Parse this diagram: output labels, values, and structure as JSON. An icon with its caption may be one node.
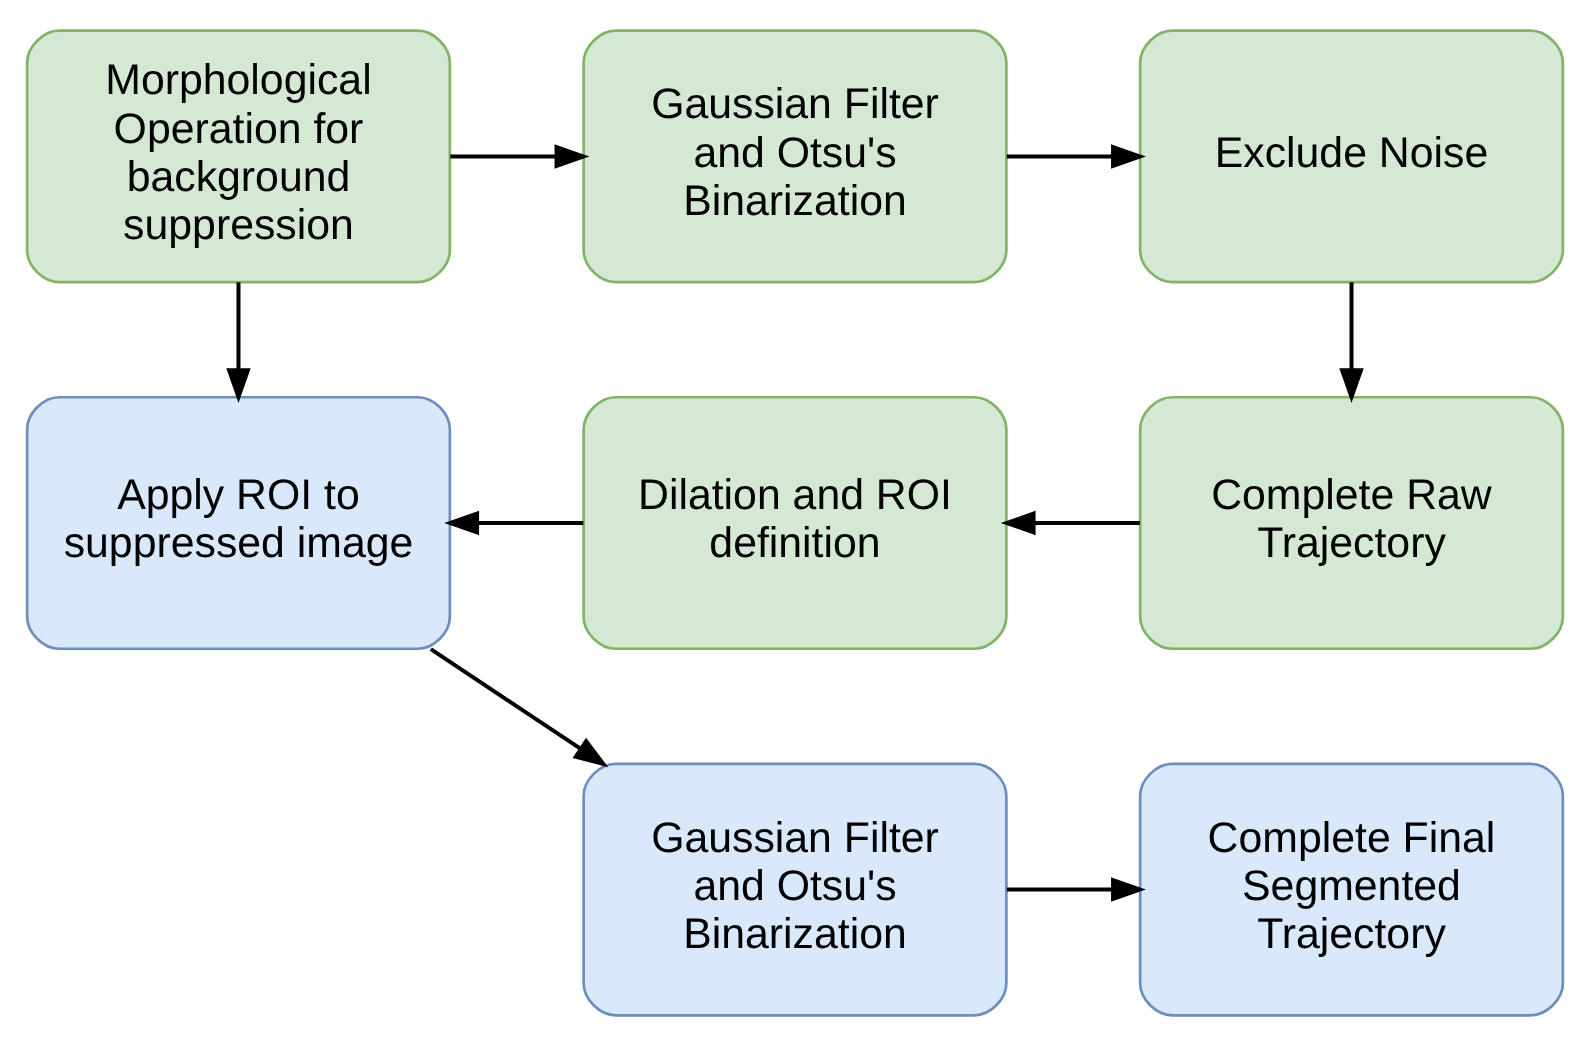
{
  "diagram": {
    "nodes": [
      {
        "text": [
          "Morphological Operation for background suppression"
        ]
      },
      {
        "text": [
          "Gaussian Filter and Otsu's Binarization"
        ]
      },
      {
        "text": [
          "Exclude Noise"
        ]
      },
      {
        "text": [
          "Complete Raw Trajectory"
        ]
      },
      {
        "text": [
          "Dilation and ROI definition"
        ]
      },
      {
        "text": [
          "Apply ROI to suppressed image"
        ]
      },
      {
        "text": [
          "Gaussian Filter and Otsu's Binarization"
        ]
      },
      {
        "text": [
          "Complete Final Segmented Trajectory"
        ]
      }
    ],
    "edges": [
      {
        "from": 0,
        "to": 1,
        "arrow": "to"
      },
      {
        "from": 1,
        "to": 2,
        "arrow": "to"
      },
      {
        "from": 2,
        "to": 3,
        "arrow": "to"
      },
      {
        "from": 3,
        "to": 4,
        "arrow": "to"
      },
      {
        "from": 4,
        "to": 5,
        "arrow": "to"
      },
      {
        "from": 0,
        "to": 5,
        "arrow": "to"
      },
      {
        "from": 5,
        "to": 6,
        "arrow": "to"
      },
      {
        "from": 6,
        "to": 7,
        "arrow": "to"
      }
    ]
  }
}
